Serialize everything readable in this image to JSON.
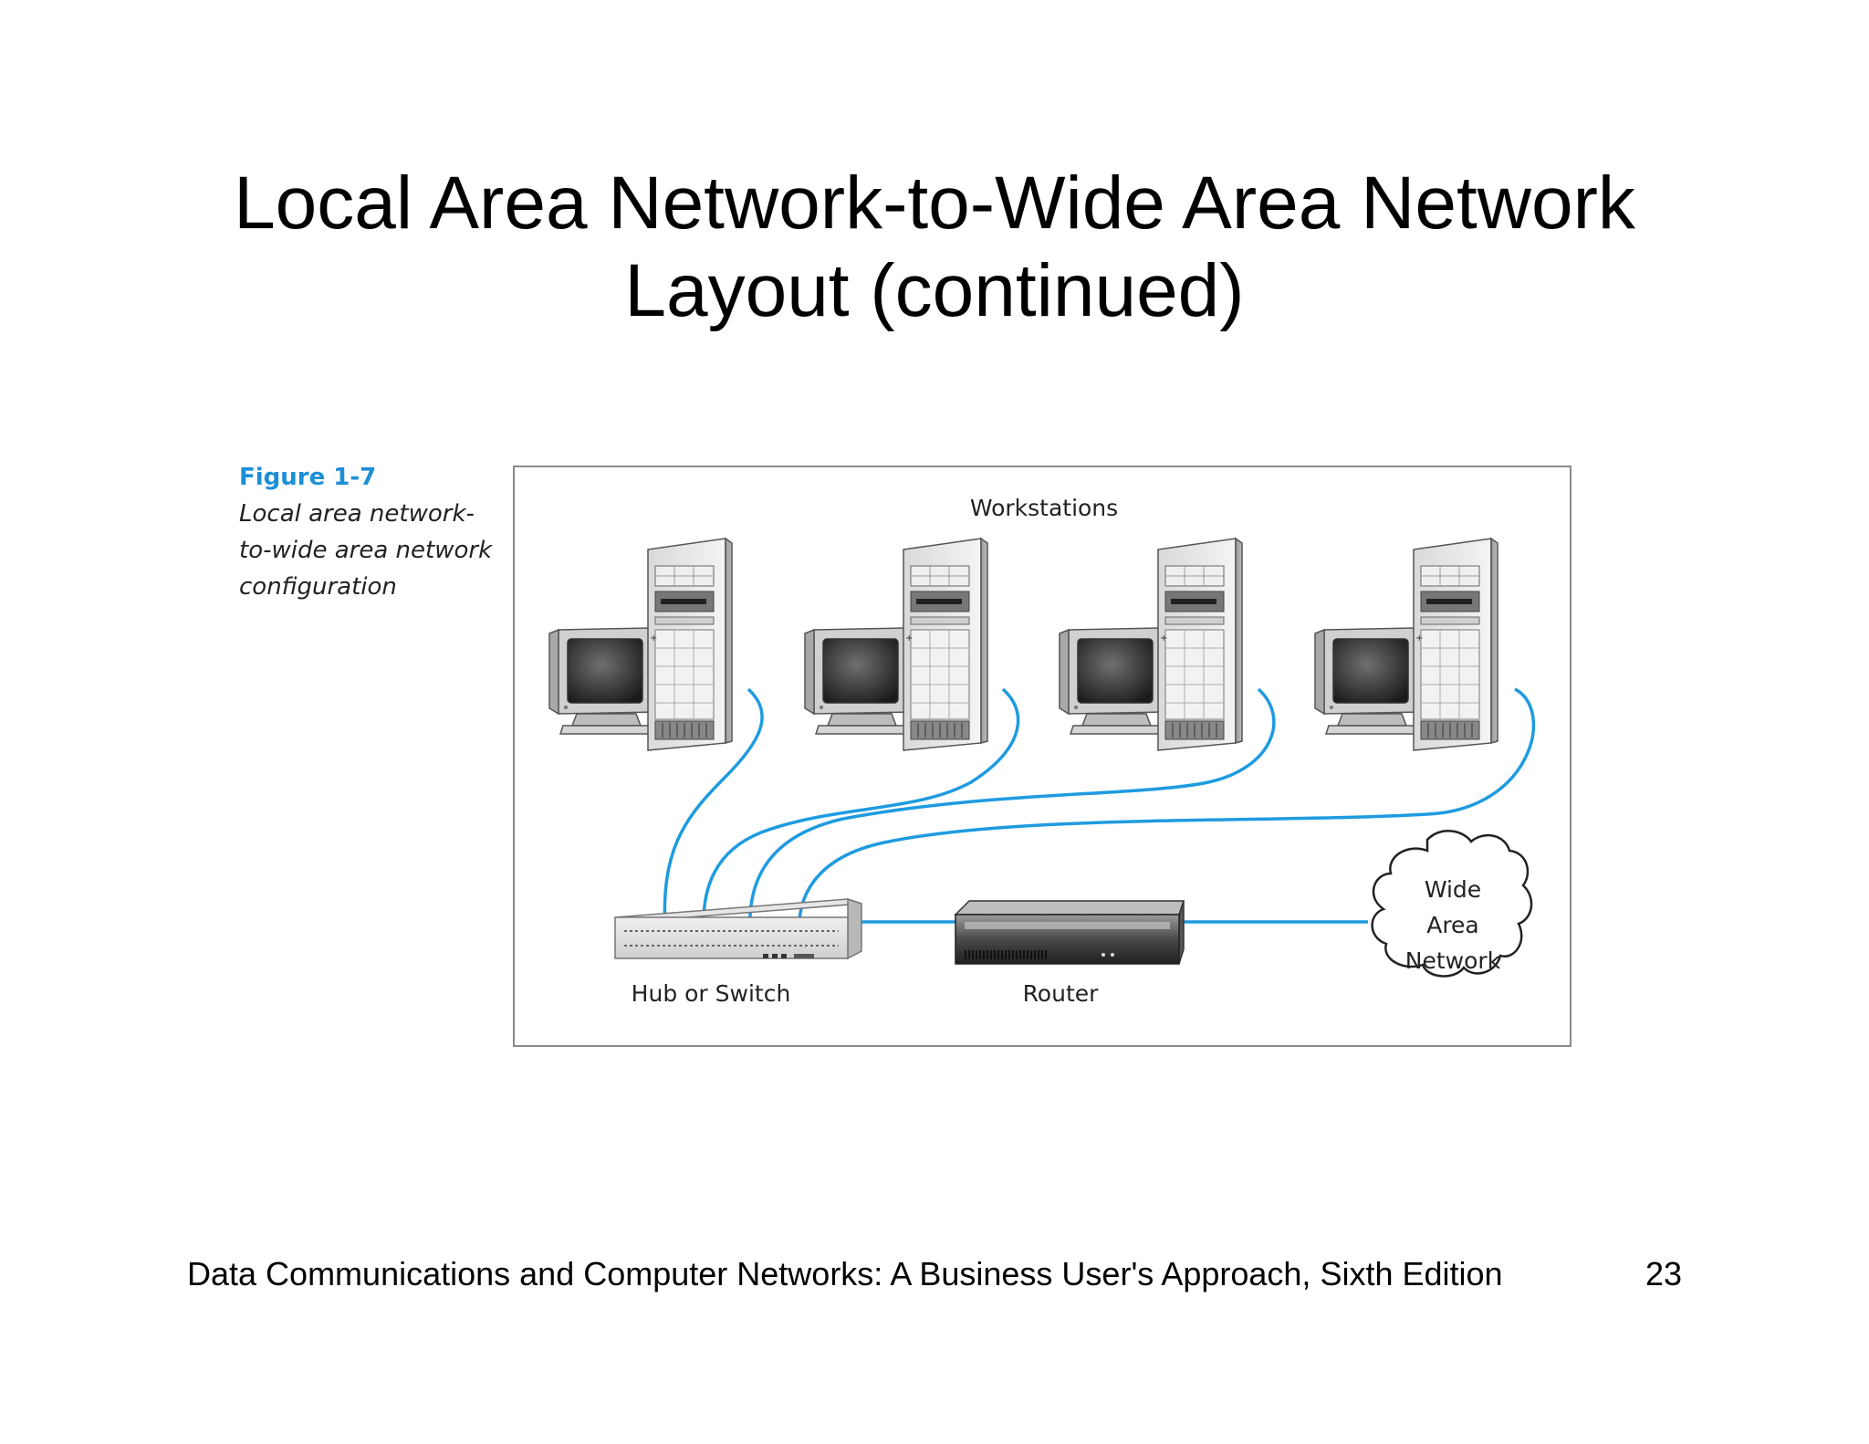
{
  "slide": {
    "title_line1": "Local Area Network-to-Wide Area Network",
    "title_line2": "Layout (continued)",
    "footer": "Data Communications and Computer Networks: A Business User's Approach, Sixth Edition",
    "page_number": "23"
  },
  "caption": {
    "label": "Figure 1-7",
    "line1": "Local area network-",
    "line2": "to-wide area network",
    "line3": "configuration"
  },
  "diagram": {
    "workstations_label": "Workstations",
    "hub_label": "Hub or Switch",
    "router_label": "Router",
    "wan_line1": "Wide",
    "wan_line2": "Area",
    "wan_line3": "Network",
    "cable_color": "#1e9be0"
  }
}
